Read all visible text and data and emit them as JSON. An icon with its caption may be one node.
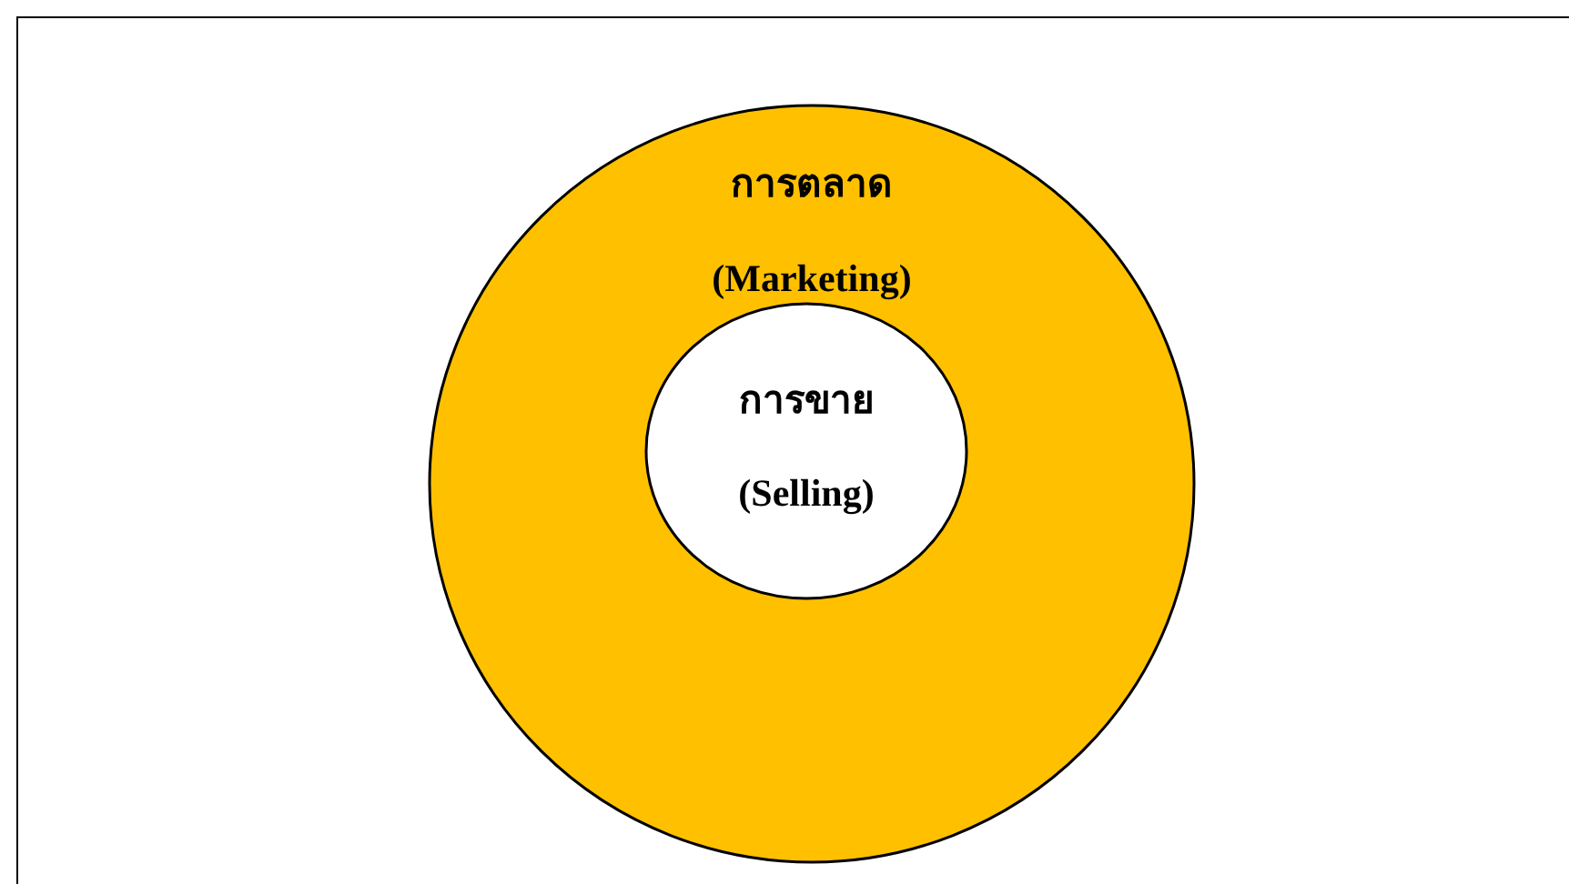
{
  "diagram": {
    "nodes": [
      {
        "text": [
          "การตลาด",
          "(Marketing)"
        ]
      },
      {
        "text": [
          "การขาย",
          "(Selling)"
        ],
        "in": 0
      }
    ]
  }
}
